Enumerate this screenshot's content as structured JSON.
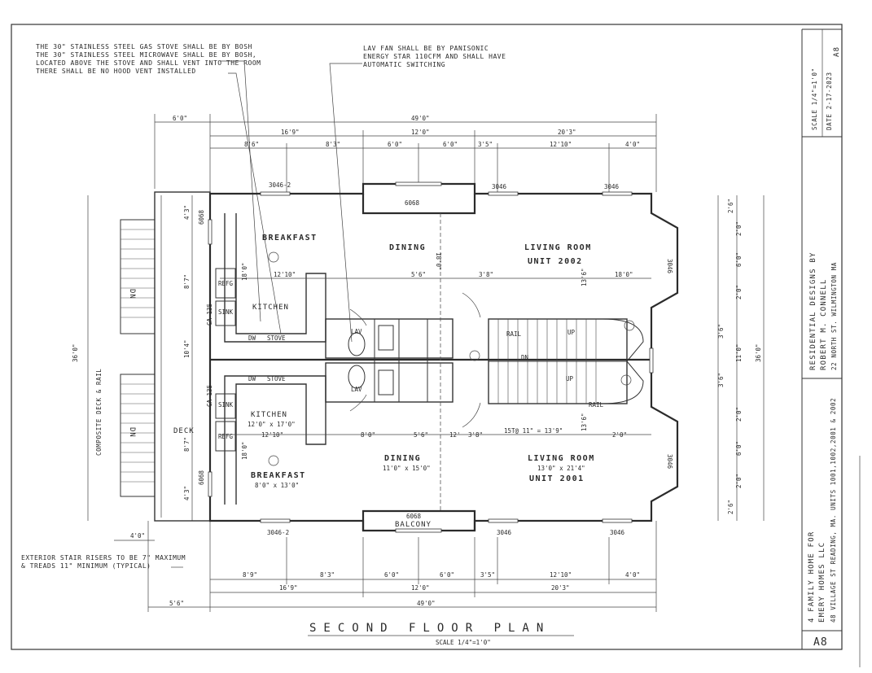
{
  "notes": {
    "stove": [
      "THE 30\" STAINLESS STEEL GAS STOVE SHALL BE BY BOSH",
      "THE 30\" STAINLESS STEEL MICROWAVE SHALL BE BY BOSH,",
      "LOCATED ABOVE THE STOVE AND SHALL VENT INTO THE ROOM",
      "THERE SHALL BE NO HOOD VENT INSTALLED"
    ],
    "fan": [
      "LAV FAN SHALL BE BY PANISONIC",
      "ENERGY STAR 110CFM AND SHALL HAVE",
      "AUTOMATIC SWITCHING"
    ],
    "stairs": [
      "EXTERIOR STAIR RISERS TO BE 7\" MAXIMUM",
      "& TREADS 11\" MINIMUM (TYPICAL)"
    ]
  },
  "rooms": {
    "breakfast_top": "BREAKFAST",
    "dining_top": "DINING",
    "living_top": "LIVING ROOM",
    "unit_top": "UNIT 2002",
    "kitchen_top": "KITCHEN",
    "kitchen_bot": "KITCHEN",
    "kitchen_bot_size": "12'0\" x 17'0\"",
    "breakfast_bot": "BREAKFAST",
    "breakfast_bot_size": "8'0\" x 13'0\"",
    "dining_bot": "DINING",
    "dining_bot_size": "11'0\" x 15'0\"",
    "living_bot": "LIVING ROOM",
    "living_bot_size": "13'0\" x 21'4\"",
    "unit_bot": "UNIT 2001",
    "balcony": "BALCONY",
    "deck": "DECK",
    "composite": "COMPOSITE DECK & RAIL"
  },
  "fixtures": {
    "refg": "REFG",
    "sink": "SINK",
    "dw": "DW",
    "stove": "STOVE",
    "lav": "LAV",
    "up": "UP",
    "dn": "DN",
    "rail": "RAIL",
    "cab": "CA 135"
  },
  "dimensions": {
    "overall_top": "49'0\"",
    "deck_top": "6'0\"",
    "row1": [
      "16'9\"",
      "12'0\"",
      "20'3\""
    ],
    "row2": [
      "8'6\"",
      "8'3\"",
      "6'0\"",
      "6'0\"",
      "3'5\"",
      "12'10\"",
      "4'0\""
    ],
    "overall_bot": "49'0\"",
    "deck_bot": "5'6\"",
    "stair_bot": "4'0\"",
    "row1_bot": [
      "16'9\"",
      "12'0\"",
      "20'3\""
    ],
    "row2_bot": [
      "8'9\"",
      "8'3\"",
      "6'0\"",
      "6'0\"",
      "3'5\"",
      "12'10\"",
      "4'0\""
    ],
    "depth_left": "36'0\"",
    "depth_right": "36'0\"",
    "stair_run": "15T@ 11\" = 13'9\"",
    "win_top": [
      "3046-2",
      "6068",
      "3046",
      "3046"
    ],
    "win_bot": [
      "3046-2",
      "6068",
      "3046",
      "3046"
    ],
    "win_side": [
      "6068",
      "6068",
      "3046",
      "3046"
    ],
    "inner_left": [
      "4'3\"",
      "8'7\"",
      "10'4\"",
      "8'7\"",
      "4'3\""
    ],
    "inner_right": [
      "2'6\"",
      "2'0\"",
      "6'0\"",
      "2'0\"",
      "3'6\"",
      "11'0\"",
      "3'6\"",
      "2'0\"",
      "6'0\"",
      "2'0\"",
      "2'6\""
    ],
    "misc": [
      "12'10\"",
      "18'0\"",
      "5'6\"",
      "3'8\"",
      "18'0\"",
      "8'0\"",
      "5'6\"",
      "12'",
      "3'8\"",
      "2'0\"",
      "13'6\"",
      "13'6\"",
      "18'0\"",
      "12'10\"",
      "18'0\""
    ]
  },
  "title_block": {
    "scale": "SCALE 1/4\"=1'0\"",
    "date": "DATE 2-17-2023",
    "sheet_small": "A8",
    "designer": [
      "RESIDENTIAL DESIGNS BY",
      "ROBERT M. CONNELL",
      "22 NORTH ST. WILMINGTON MA"
    ],
    "project": [
      "4 FAMILY HOME FOR",
      "EMERY HOMES LLC",
      "48 VILLAGE ST READING, MA. UNITS 1001,1002,2001 & 2002"
    ],
    "sheet": "A8"
  },
  "plan_title": "SECOND FLOOR PLAN",
  "plan_scale": "SCALE 1/4\"=1'0\""
}
